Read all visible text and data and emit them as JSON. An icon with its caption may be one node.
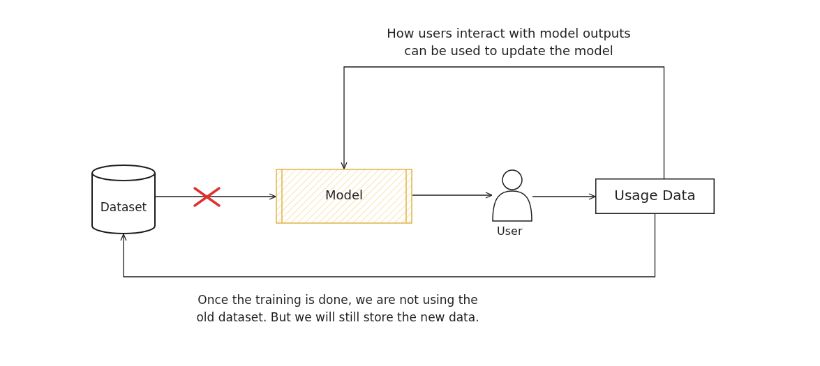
{
  "diagram": {
    "nodes": [
      {
        "text": [
          "Dataset"
        ]
      },
      {
        "text": [
          "Model"
        ]
      },
      {
        "text": [],
        "shape": "person",
        "beside": [
          "User"
        ]
      },
      {
        "text": [
          "Usage Data"
        ]
      }
    ],
    "edges": [
      {
        "from": 0,
        "to": 1,
        "arrow": "to"
      },
      {
        "from": 1,
        "to": 2,
        "arrow": "to"
      },
      {
        "from": 2,
        "to": 3,
        "arrow": "to"
      },
      {
        "from": 3,
        "to": 1,
        "arrow": "to",
        "label": "How users interact with model outputs can be used to update the model"
      },
      {
        "from": 3,
        "to": 0,
        "arrow": "to",
        "label": "Once the training is done, we are not using the old dataset. But we will still store the new data."
      }
    ]
  }
}
